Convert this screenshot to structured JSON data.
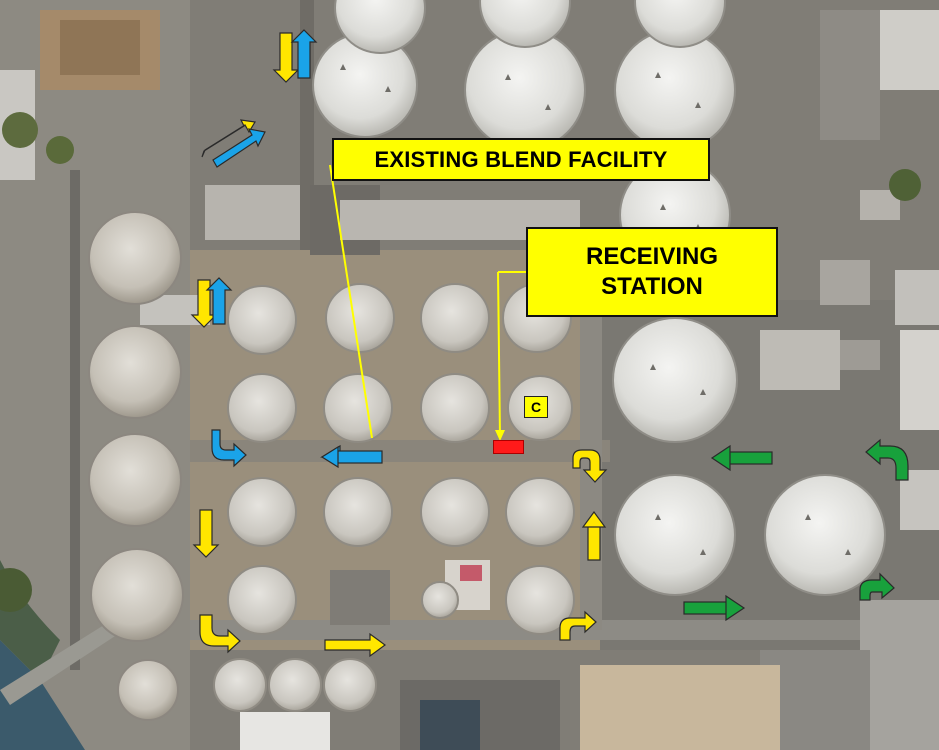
{
  "labels": {
    "existing_blend_facility": "EXISTING BLEND FACILITY",
    "receiving_station_line1": "RECEIVING",
    "receiving_station_line2": "STATION",
    "tank_c": "C"
  },
  "colors": {
    "callout_fill": "#ffff00",
    "yellow_arrow": "#ffe600",
    "blue_arrow": "#1aa3e8",
    "green_arrow": "#18a13c",
    "receiving_marker": "#ff1a1a"
  },
  "arrow_legend": {
    "yellow": "yellow-route-arrow",
    "blue": "blue-route-arrow",
    "green": "green-route-arrow"
  }
}
